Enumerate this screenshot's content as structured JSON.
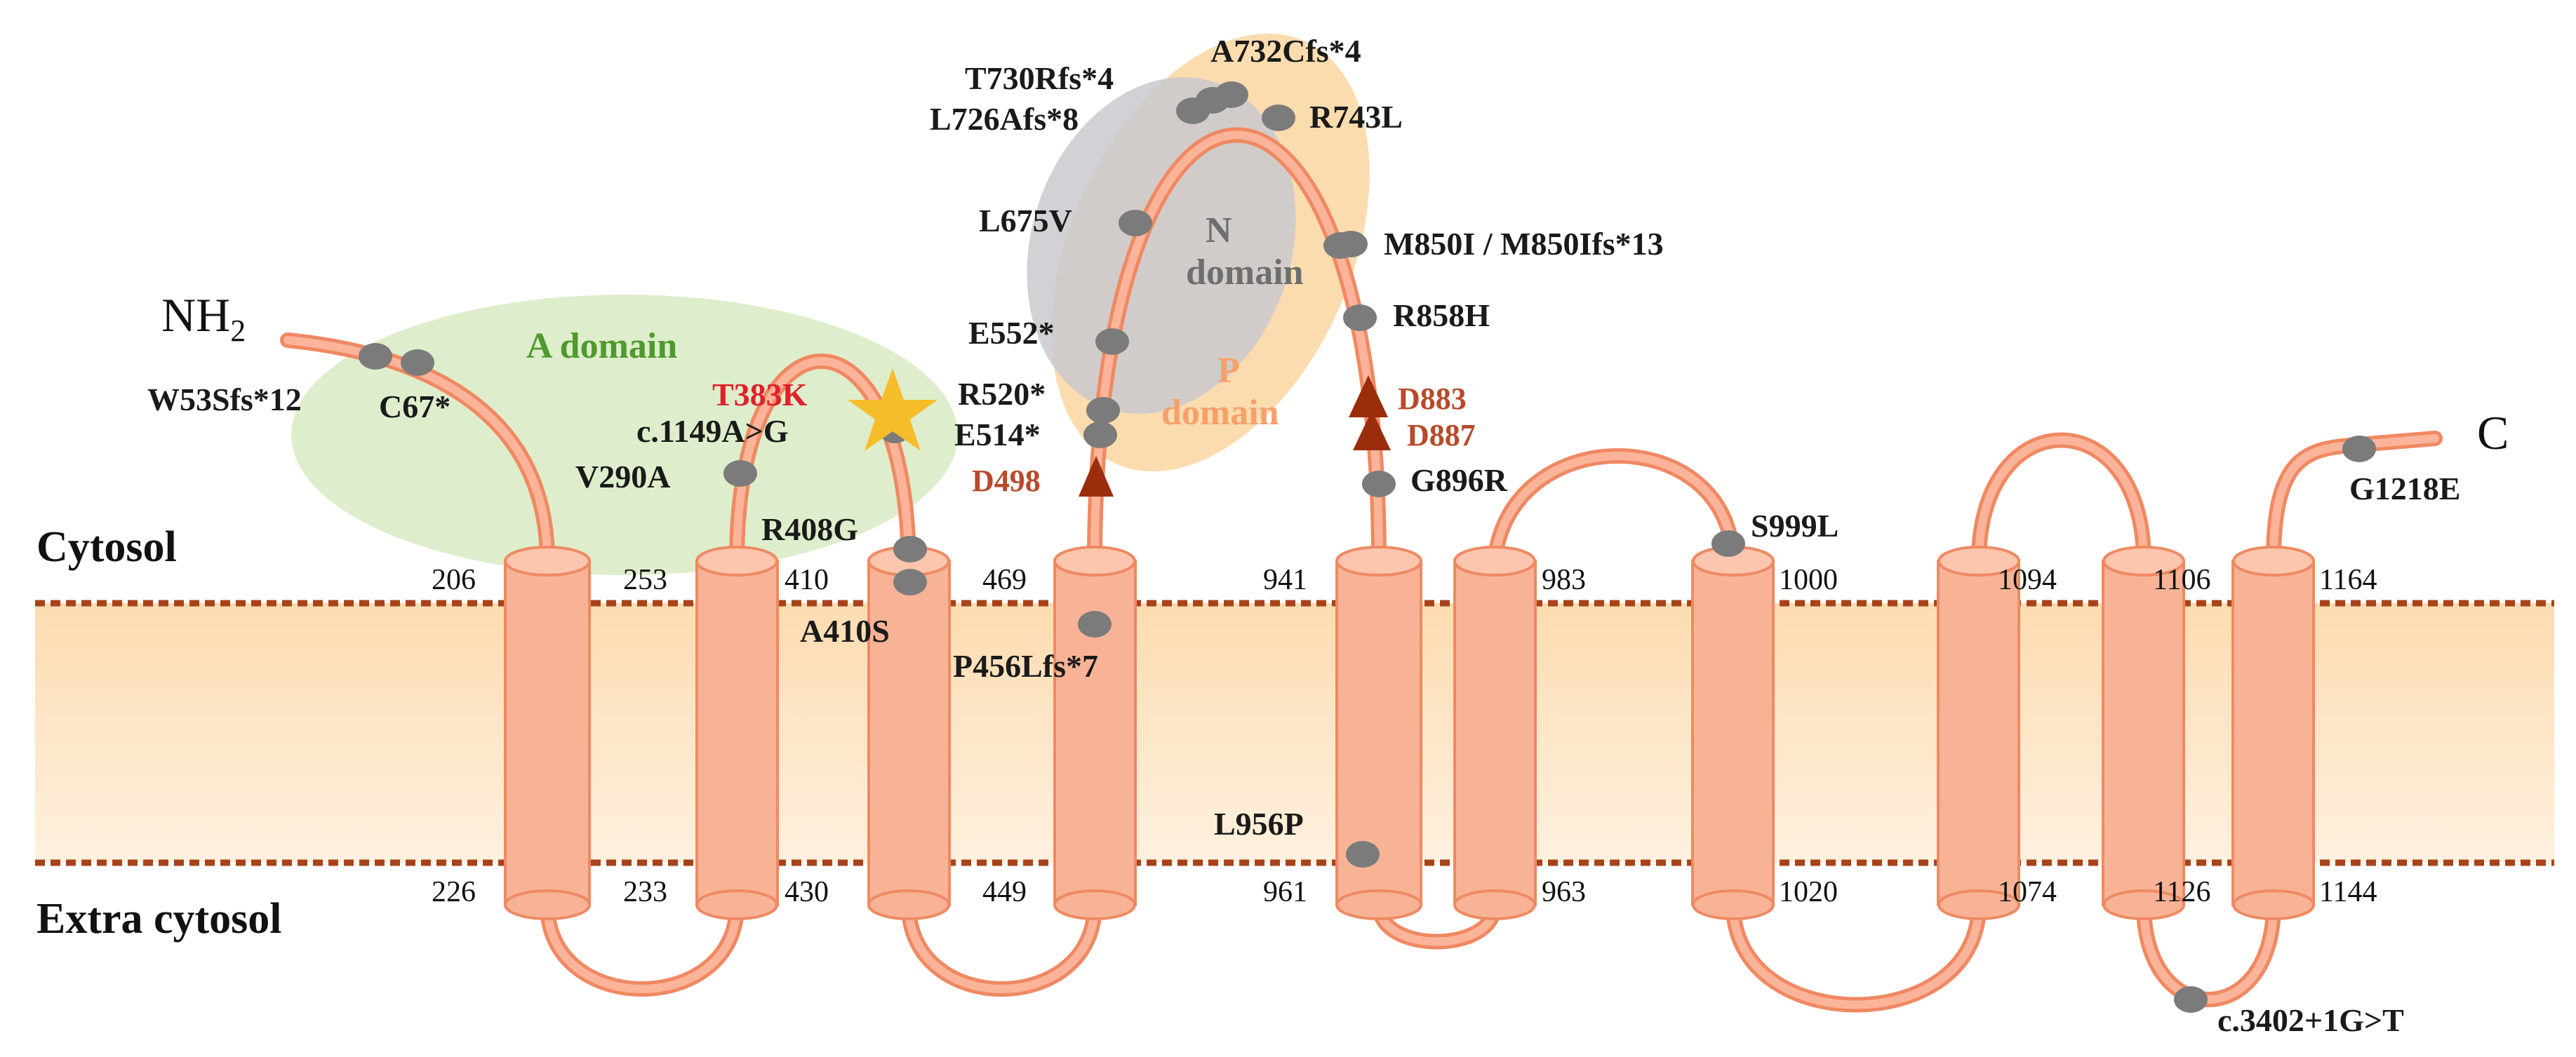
{
  "regions": {
    "cytosol": "Cytosol",
    "extra_cytosol": "Extra cytosol"
  },
  "termini": {
    "n": "NH",
    "n_sub": "2",
    "c": "C"
  },
  "domains": {
    "a": "A domain",
    "n_line1": "N",
    "n_line2": "domain",
    "p_line1": "P",
    "p_line2": "domain"
  },
  "residues": {
    "r206": "206",
    "r226": "226",
    "r253": "253",
    "r233": "233",
    "r410": "410",
    "r430": "430",
    "r469": "469",
    "r449": "449",
    "r941": "941",
    "r961": "961",
    "r983": "983",
    "r963": "963",
    "r1000": "1000",
    "r1020": "1020",
    "r1094": "1094",
    "r1074": "1074",
    "r1106": "1106",
    "r1126": "1126",
    "r1164": "1164",
    "r1144": "1144"
  },
  "mutations": {
    "w53": "W53Sfs*12",
    "c67": "C67*",
    "t383k": "T383K",
    "c1149": "c.1149A>G",
    "v290a": "V290A",
    "r408g": "R408G",
    "a410s": "A410S",
    "p456": "P456Lfs*7",
    "d498": "D498",
    "e514": "E514*",
    "r520": "R520*",
    "e552": "E552*",
    "l675v": "L675V",
    "l726": "L726Afs*8",
    "t730": "T730Rfs*4",
    "a732": "A732Cfs*4",
    "r743l": "R743L",
    "m850": "M850I / M850Ifs*13",
    "r858h": "R858H",
    "d883": "D883",
    "d887": "D887",
    "g896r": "G896R",
    "l956p": "L956P",
    "s999l": "S999L",
    "c3402": "c.3402+1G>T",
    "g1218e": "G1218E"
  },
  "colors": {
    "chain": "#f08862",
    "helix_fill": "#f8b396",
    "membrane_top": "#fce7cc",
    "membrane_bottom": "#fde0bd",
    "membrane_edge": "#a8421a",
    "a_domain": "#dcecc8",
    "n_domain": "#c9c9cf",
    "p_domain": "#fbd8a6",
    "mutation_dot": "#7b7b7b",
    "triangle": "#9b2d0d",
    "star": "#f6bd2a"
  }
}
